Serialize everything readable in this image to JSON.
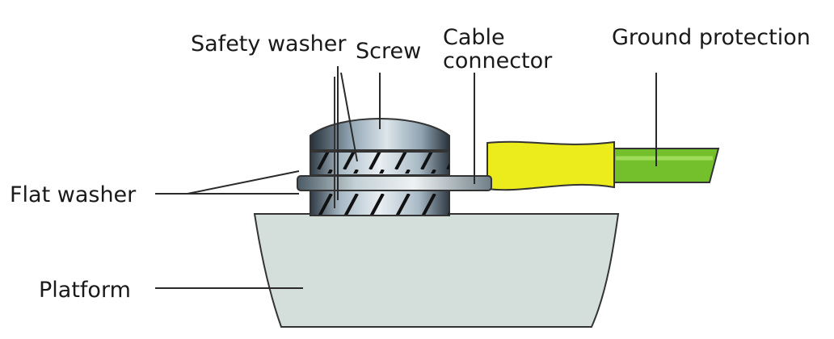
{
  "labels": {
    "safety_washer": "Safety washer",
    "screw": "Screw",
    "cable_connector_line1": "Cable",
    "cable_connector_line2": "connector",
    "ground_protection": "Ground protection",
    "flat_washer": "Flat washer",
    "platform": "Platform"
  },
  "colors": {
    "platform": "#d4dedb",
    "screw_metal": "#8fa4b4",
    "connector_yellow": "#ecec1c",
    "wire_green": "#74c02c",
    "outline": "#333333"
  }
}
